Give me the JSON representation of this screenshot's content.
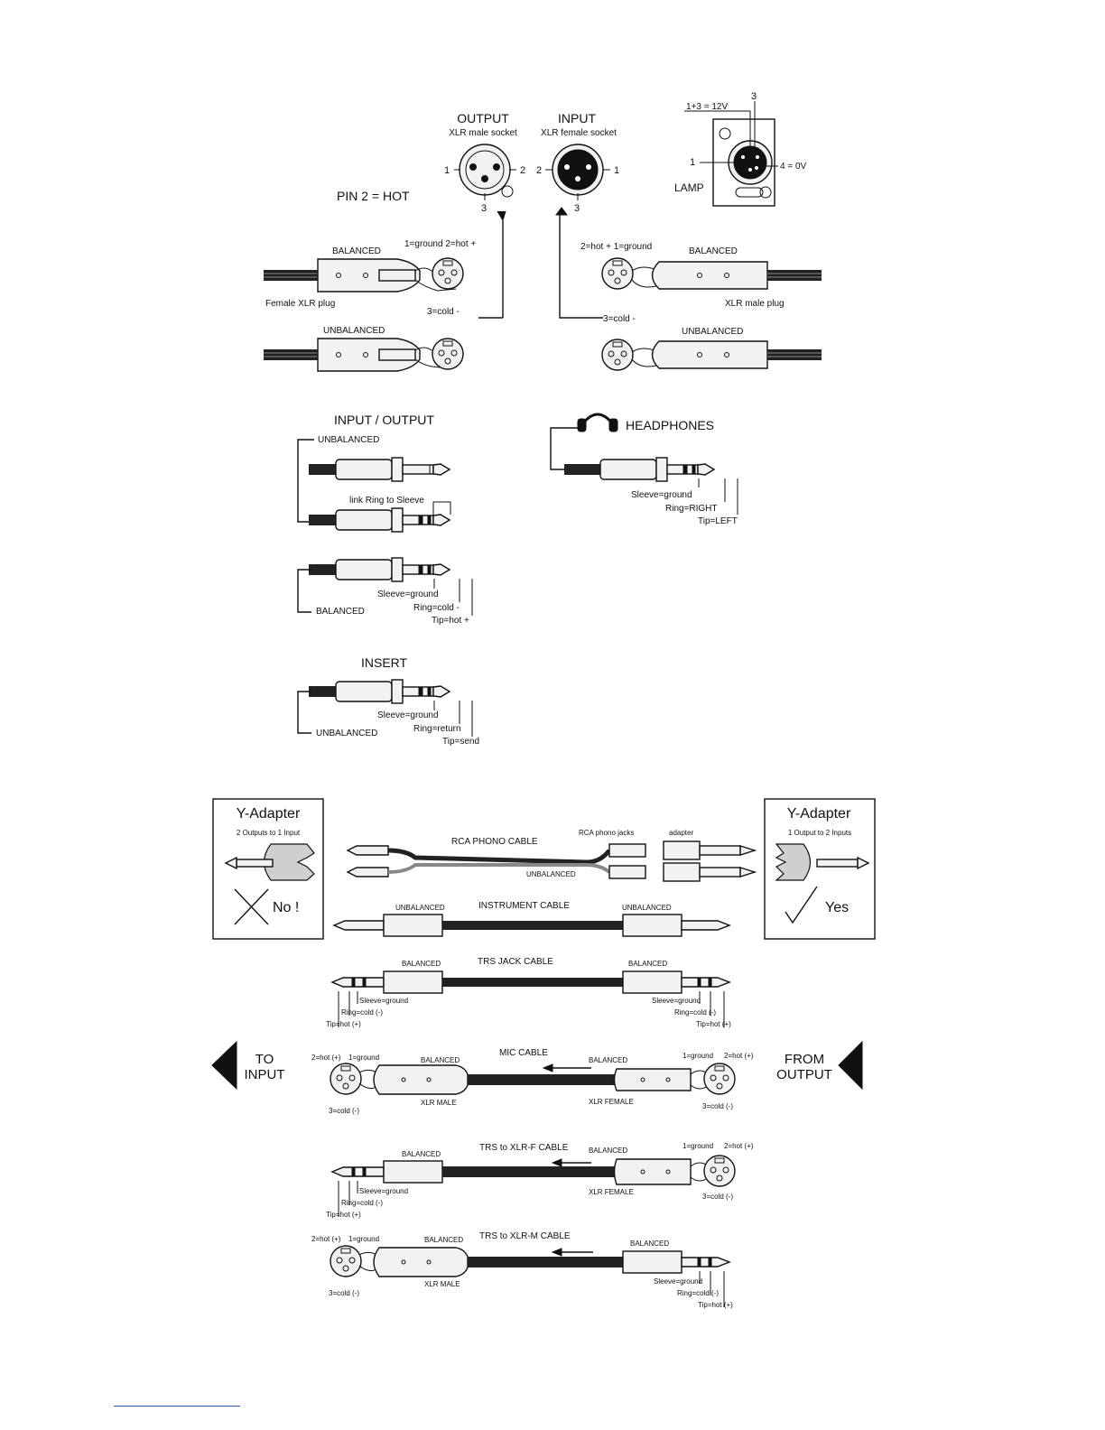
{
  "xlr": {
    "output_title": "OUTPUT",
    "output_sub": "XLR male socket",
    "input_title": "INPUT",
    "input_sub": "XLR female socket",
    "pin1": "1",
    "pin2": "2",
    "pin3": "3",
    "pin2_hot": "PIN 2 = HOT",
    "balanced": "BALANCED",
    "unbalanced": "UNBALANCED",
    "ground_hot_left": "1=ground 2=hot +",
    "hot_ground_right": "2=hot +   1=ground",
    "cold": "3=cold -",
    "female_plug": "Female XLR plug",
    "male_plug": "XLR male plug"
  },
  "lamp": {
    "pin13": "1+3 = 12V",
    "pin3": "3",
    "pin1": "1",
    "pin4": "4 = 0V",
    "label": "LAMP"
  },
  "jack": {
    "io_title": "INPUT / OUTPUT",
    "unbalanced": "UNBALANCED",
    "link": "link Ring to Sleeve",
    "balanced": "BALANCED",
    "sleeve_ground": "Sleeve=ground",
    "ring_cold": "Ring=cold -",
    "tip_hot": "Tip=hot +",
    "headphones": "HEADPHONES",
    "ring_right": "Ring=RIGHT",
    "tip_left": "Tip=LEFT",
    "insert_title": "INSERT",
    "ring_return": "Ring=return",
    "tip_send": "Tip=send"
  },
  "cables": {
    "yadapter_left_title": "Y-Adapter",
    "yadapter_left_sub": "2 Outputs to 1 Input",
    "yadapter_left_verdict": "No !",
    "yadapter_right_title": "Y-Adapter",
    "yadapter_right_sub": "1 Output to 2 Inputs",
    "yadapter_right_verdict": "Yes",
    "rca_title": "RCA PHONO CABLE",
    "rca_jacks": "RCA phono jacks",
    "adapter": "adapter",
    "unbalanced": "UNBALANCED",
    "instrument_title": "INSTRUMENT CABLE",
    "trs_title": "TRS JACK CABLE",
    "balanced": "BALANCED",
    "sleeve_ground": "Sleeve=ground",
    "ring_cold": "Ring=cold (-)",
    "tip_hot": "Tip=hot (+)",
    "to_input_1": "TO",
    "to_input_2": "INPUT",
    "from_output_1": "FROM",
    "from_output_2": "OUTPUT",
    "mic_title": "MIC CABLE",
    "hot_paren": "2=hot (+)",
    "ground": "1=ground",
    "cold_paren": "3=cold (-)",
    "xlr_male": "XLR MALE",
    "xlr_female": "XLR FEMALE",
    "trs_xlrf_title": "TRS to XLR-F CABLE",
    "trs_xlrm_title": "TRS to XLR-M CABLE"
  }
}
